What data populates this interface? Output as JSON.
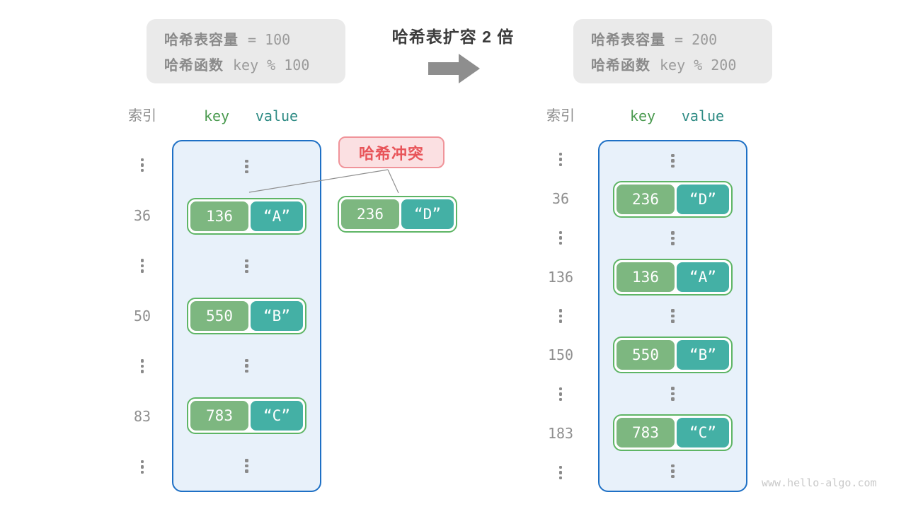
{
  "left_info": {
    "capacity_label": "哈希表容量",
    "capacity_value": "= 100",
    "hash_label": "哈希函数",
    "hash_value": "key % 100"
  },
  "right_info": {
    "capacity_label": "哈希表容量",
    "capacity_value": "= 200",
    "hash_label": "哈希函数",
    "hash_value": "key % 200"
  },
  "transition": {
    "title": "哈希表扩容 2 倍"
  },
  "collision": {
    "label": "哈希冲突"
  },
  "external_pair": {
    "key": "236",
    "value": "“D”"
  },
  "left_table": {
    "index_header": "索引",
    "key_header": "key",
    "value_header": "value",
    "rows": [
      {
        "type": "ellipsis"
      },
      {
        "type": "pair",
        "index": "36",
        "key": "136",
        "value": "“A”"
      },
      {
        "type": "ellipsis"
      },
      {
        "type": "pair",
        "index": "50",
        "key": "550",
        "value": "“B”"
      },
      {
        "type": "ellipsis"
      },
      {
        "type": "pair",
        "index": "83",
        "key": "783",
        "value": "“C”"
      },
      {
        "type": "ellipsis"
      }
    ]
  },
  "right_table": {
    "index_header": "索引",
    "key_header": "key",
    "value_header": "value",
    "rows": [
      {
        "type": "ellipsis"
      },
      {
        "type": "pair",
        "index": "36",
        "key": "236",
        "value": "“D”"
      },
      {
        "type": "ellipsis"
      },
      {
        "type": "pair",
        "index": "136",
        "key": "136",
        "value": "“A”"
      },
      {
        "type": "ellipsis"
      },
      {
        "type": "pair",
        "index": "150",
        "key": "550",
        "value": "“B”"
      },
      {
        "type": "ellipsis"
      },
      {
        "type": "pair",
        "index": "183",
        "key": "783",
        "value": "“C”"
      },
      {
        "type": "ellipsis"
      }
    ]
  },
  "watermark": "www.hello-algo.com",
  "colors": {
    "bucket_border": "#1e70c5",
    "bucket_fill": "#e8f1fa",
    "pair_border": "#5eb565",
    "key_fill": "#7db780",
    "value_fill": "#44b0a5",
    "collision_text": "#e85459",
    "collision_fill": "#fbe0e2",
    "info_box_fill": "#eaeaea",
    "arrow_gray": "#8e8e8e"
  }
}
